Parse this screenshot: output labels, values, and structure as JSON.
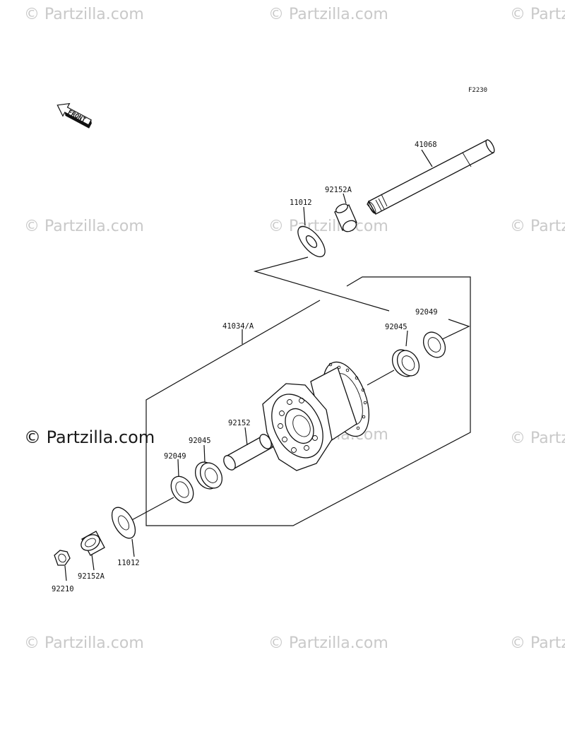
{
  "diagram_code": "F2230",
  "front_marker": "FRONT",
  "watermark": {
    "text": "© Partzilla.com",
    "text_short": "© Partzi",
    "prominent": "© Partzilla.com"
  },
  "parts": {
    "axle": "41068",
    "collar_top": "92152A",
    "seal_top": "11012",
    "hub_assy": "41034/A",
    "oil_seal_right": "92049",
    "bearing_right": "92045",
    "spacer": "92152",
    "bearing_left": "92045",
    "oil_seal_left": "92049",
    "seal_bottom": "11012",
    "collar_bottom": "92152A",
    "nut": "92210"
  }
}
